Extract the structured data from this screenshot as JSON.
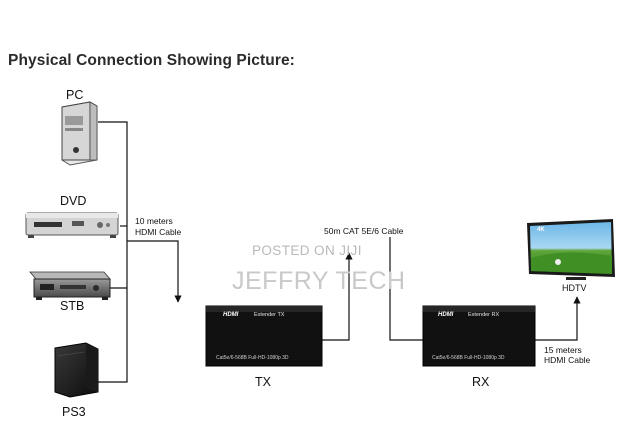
{
  "title": "Physical Connection Showing Picture:",
  "devices": {
    "pc": "PC",
    "dvd": "DVD",
    "stb": "STB",
    "ps3": "PS3",
    "hdtv": "HDTV"
  },
  "cables": {
    "input_line1": "10 meters",
    "input_line2": "HDMI Cable",
    "cat_cable": "50m CAT 5E/6 Cable",
    "output_line1": "15 meters",
    "output_line2": "HDMI Cable"
  },
  "tx": {
    "label": "TX",
    "brand": "HDMI",
    "model": "Extender TX",
    "spec": "Cat5e/6-568B Full-HD-1080p 3D"
  },
  "rx": {
    "label": "RX",
    "brand": "HDMI",
    "model": "Extender RX",
    "spec": "Cat5e/6-568B Full-HD-1080p 3D"
  },
  "tv_badge": "4K",
  "watermark": {
    "line1": "POSTED ON JIJI",
    "line2": "JEFFRY TECH"
  }
}
